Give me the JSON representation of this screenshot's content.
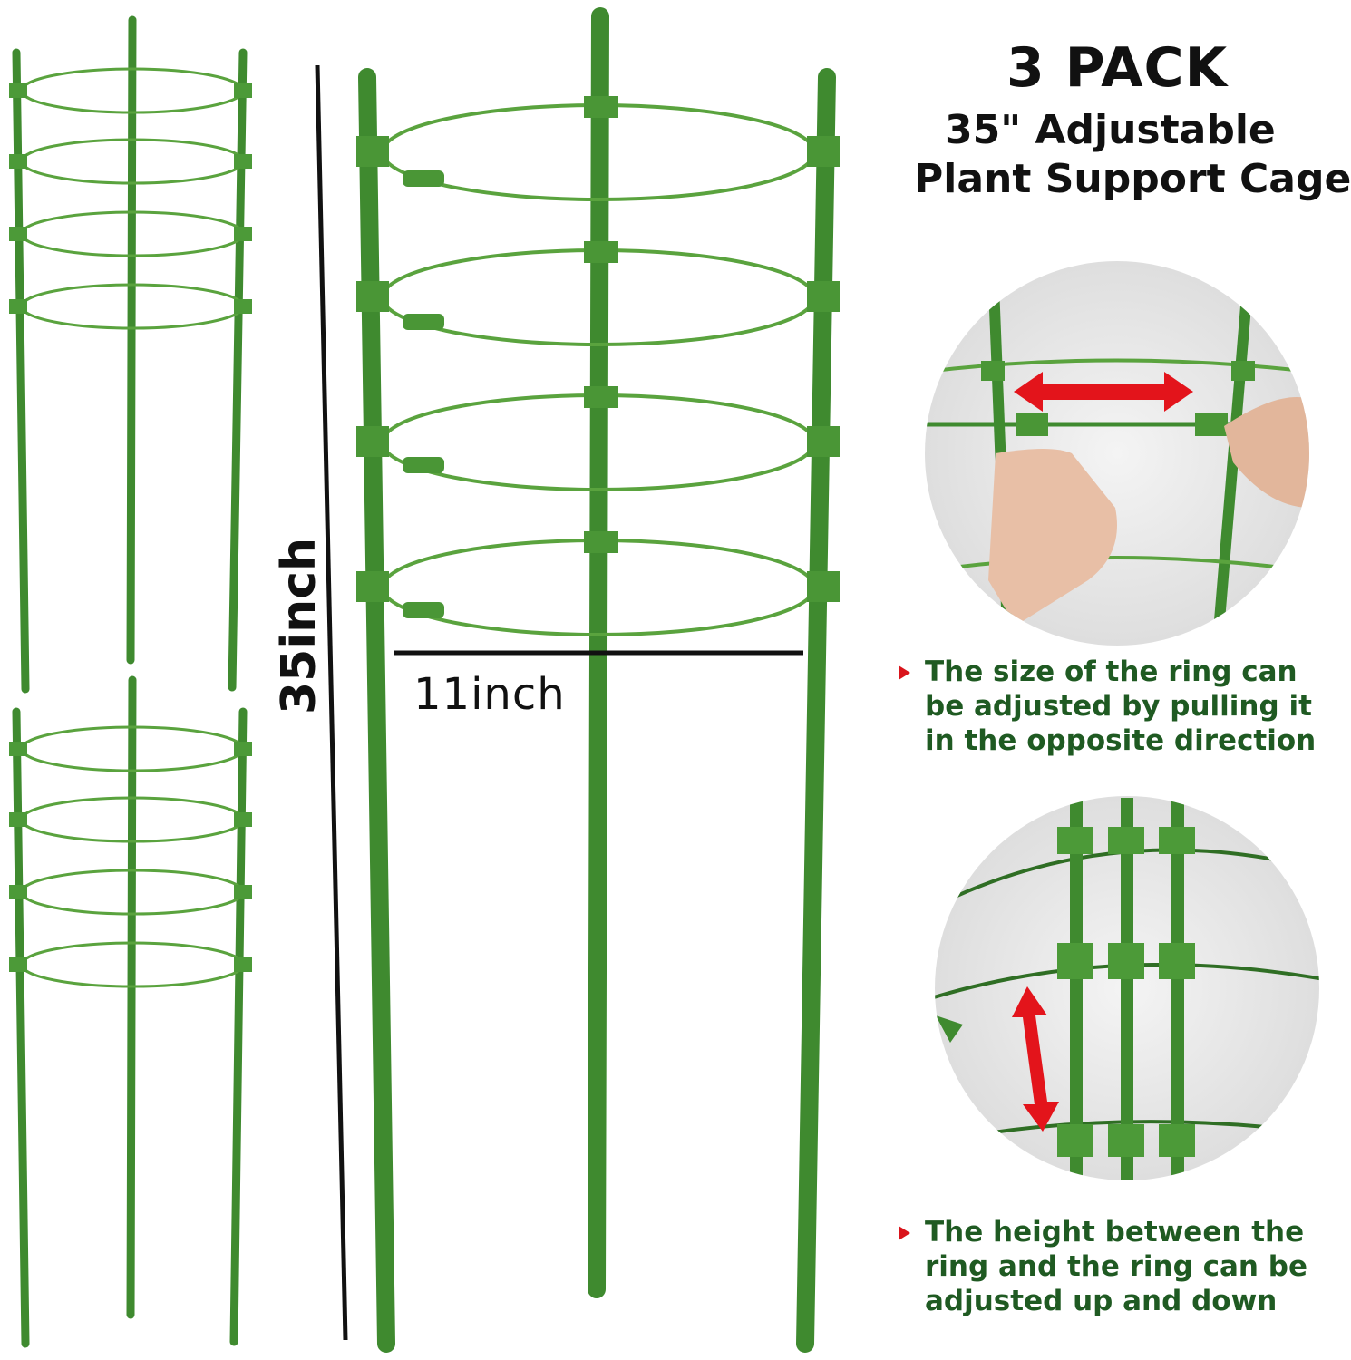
{
  "header": {
    "pack": "3 PACK",
    "line1": "35\" Adjustable",
    "line2": "Plant Support Cage"
  },
  "dimensions": {
    "height_label": "35inch",
    "width_label": "11inch"
  },
  "features": [
    {
      "lines": [
        "The size of the ring can",
        "be adjusted by pulling it",
        "in the opposite direction"
      ]
    },
    {
      "lines": [
        "The height between the",
        "ring and the ring can be",
        "adjusted up and down"
      ]
    }
  ],
  "colors": {
    "stake_green": "#3f8a2f",
    "ring_green": "#5aa33e",
    "text_green": "#1f5a22",
    "arrow_red": "#e3141b"
  }
}
